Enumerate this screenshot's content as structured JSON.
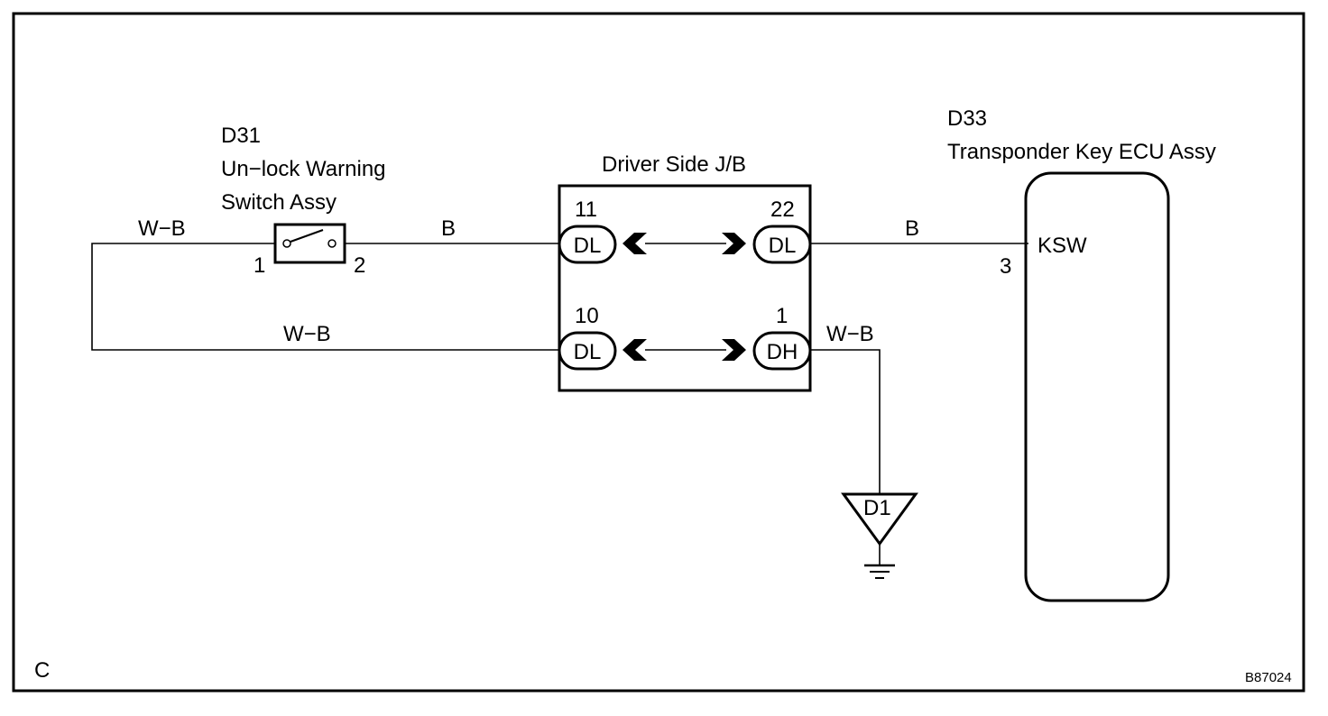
{
  "corner_label": "C",
  "figure_code": "B87024",
  "d31": {
    "code": "D31",
    "name_line1": "Un−lock Warning",
    "name_line2": "Switch Assy",
    "pin_left": "1",
    "pin_right": "2"
  },
  "junction_block": {
    "title": "Driver Side J/B",
    "top_left_pin": "11",
    "top_left_conn": "DL",
    "top_right_pin": "22",
    "top_right_conn": "DL",
    "bottom_left_pin": "10",
    "bottom_left_conn": "DL",
    "bottom_right_pin": "1",
    "bottom_right_conn": "DH"
  },
  "d33": {
    "code": "D33",
    "name": "Transponder Key ECU Assy",
    "terminal": "KSW",
    "pin": "3"
  },
  "wires": {
    "left_top_color": "W−B",
    "switch_to_jb_color": "B",
    "jb_to_ecu_color": "B",
    "bottom_loop_color": "W−B",
    "ground_lead_color": "W−B"
  },
  "ground": {
    "label": "D1"
  }
}
